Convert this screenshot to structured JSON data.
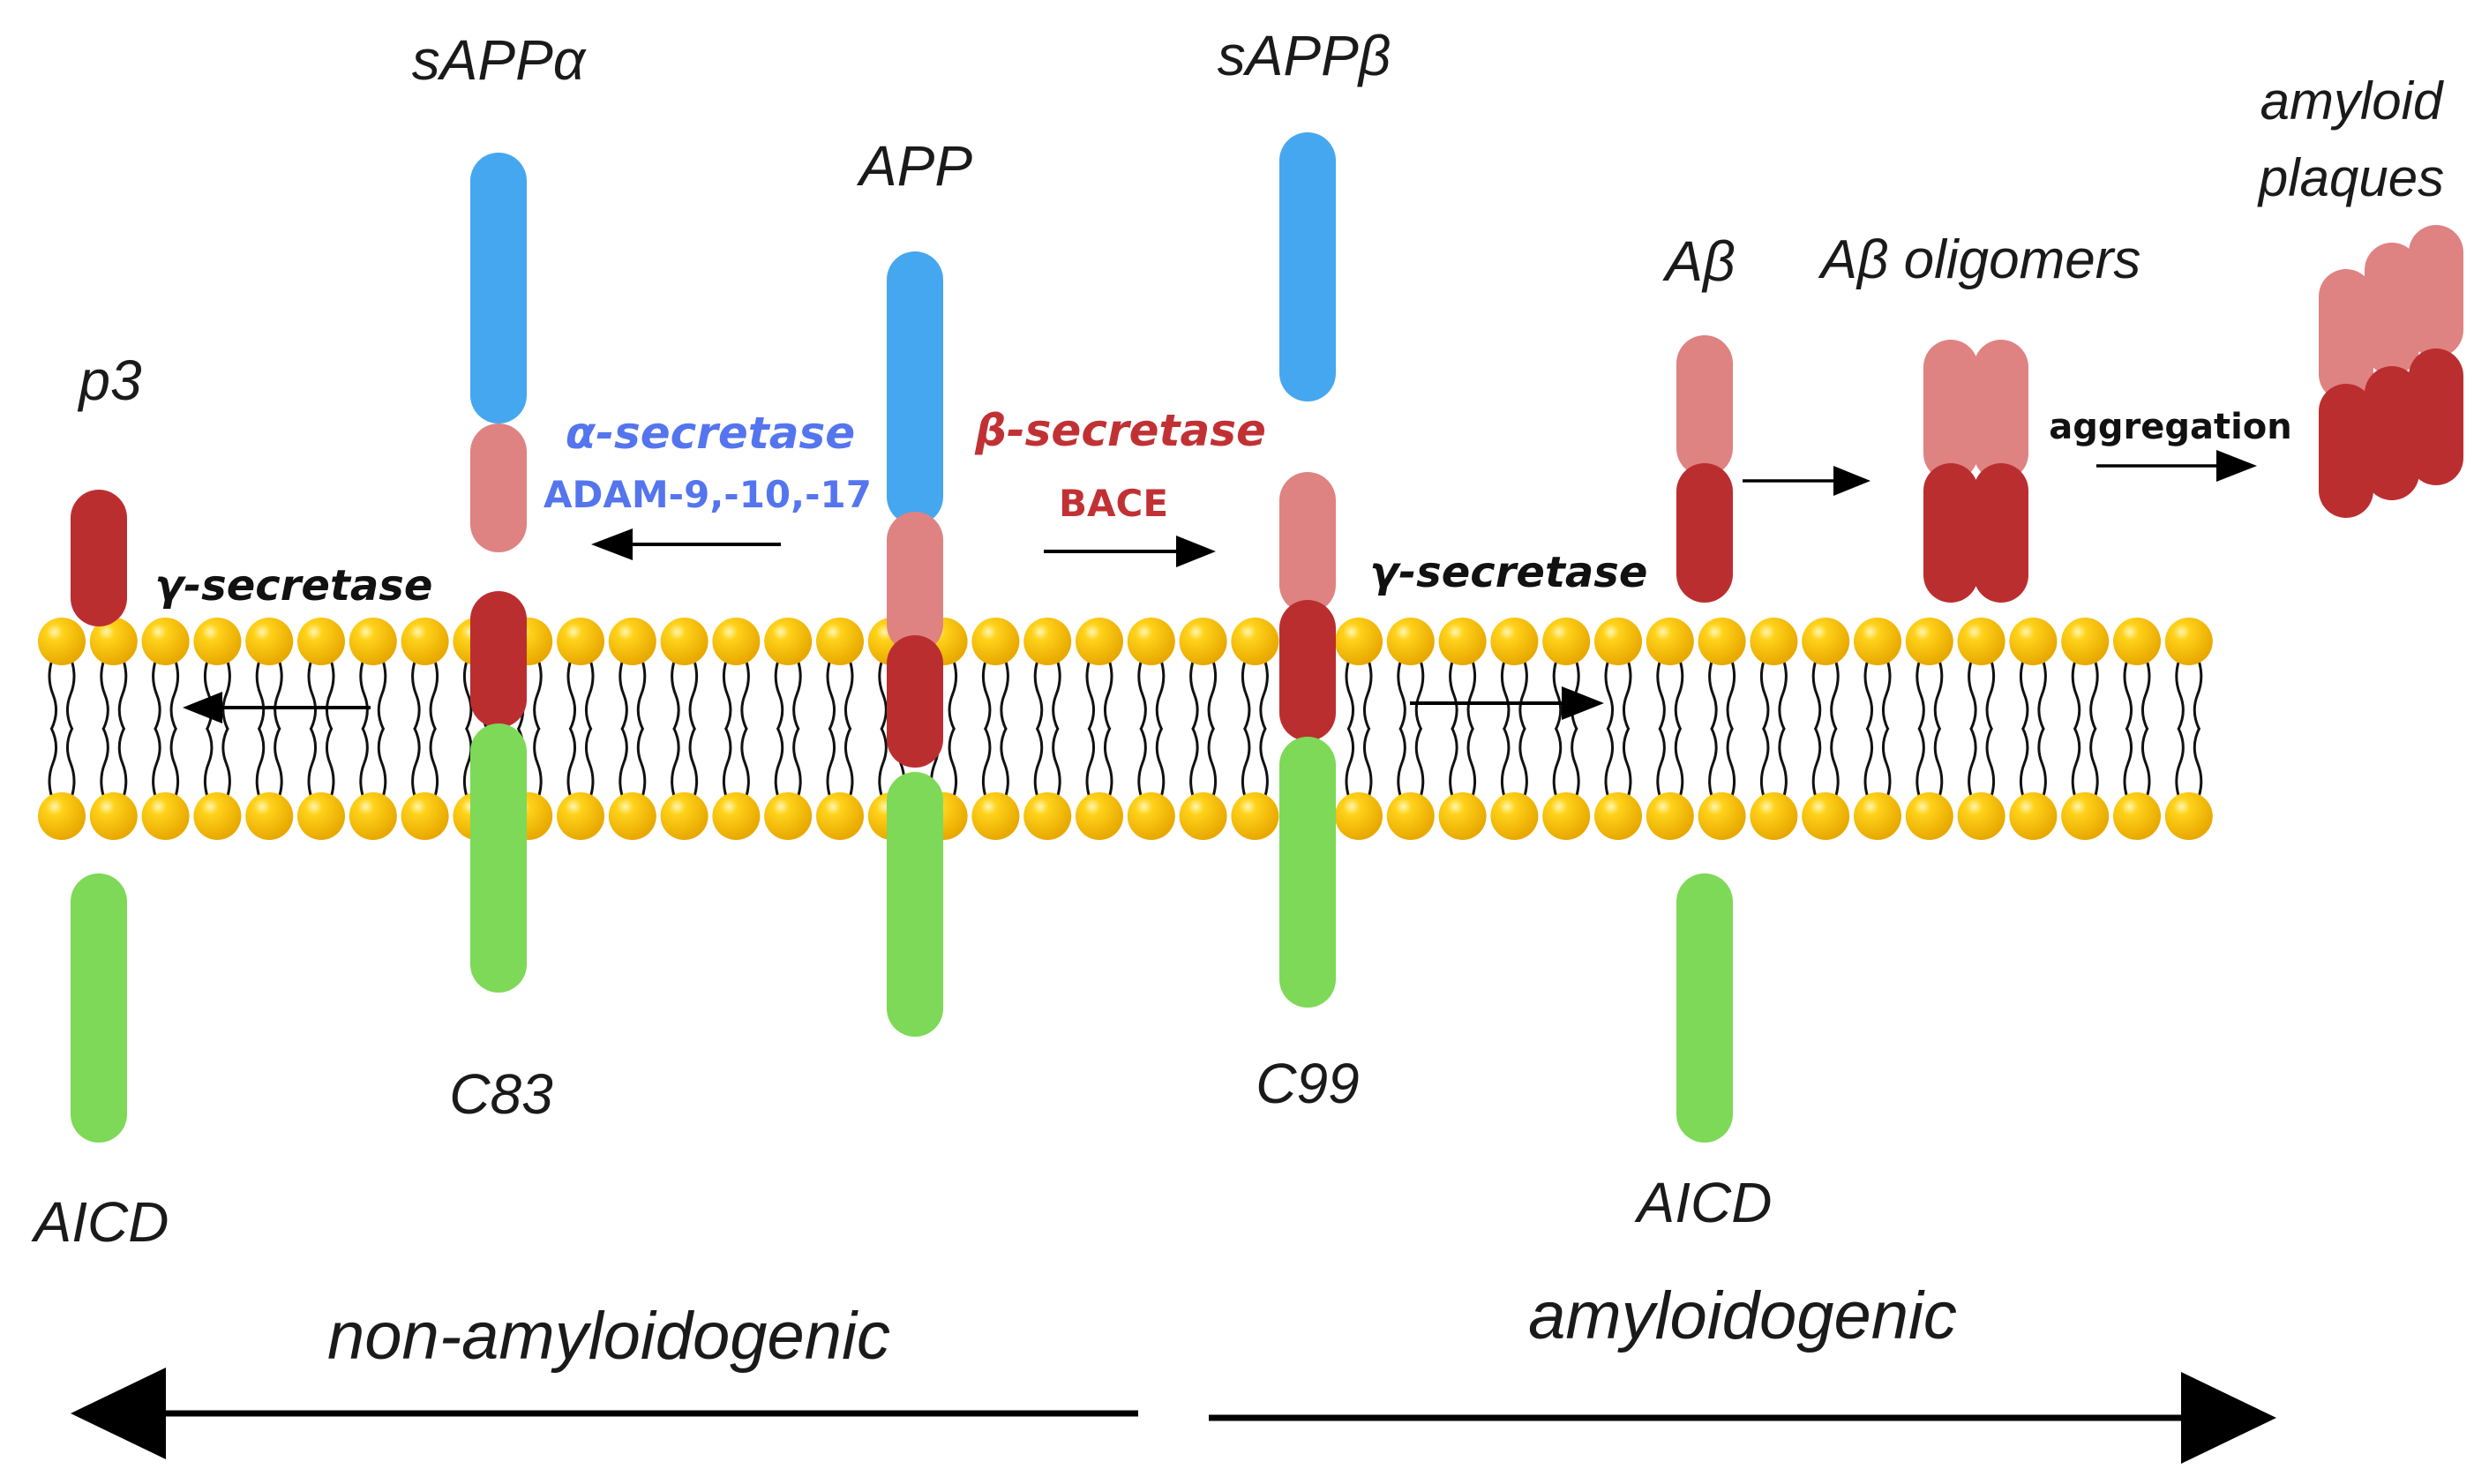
{
  "labels": {
    "app": "APP",
    "sappa": "sAPPα",
    "sappb": "sAPPβ",
    "p3": "p3",
    "c83": "C83",
    "c99": "C99",
    "aicd_left": "AICD",
    "aicd_right": "AICD",
    "abeta": "Aβ",
    "abeta_oligomers": "Aβ oligomers",
    "amyloid": "amyloid",
    "plaques": "plaques"
  },
  "enzymes": {
    "alpha_secretase": "α-secretase",
    "alpha_sub": "ADAM-9,-10,-17",
    "beta_secretase": "β-secretase",
    "beta_sub": "BACE",
    "gamma_left": "γ-secretase",
    "gamma_right": "γ-secretase",
    "aggregation": "aggregation"
  },
  "pathways": {
    "non_amyloidogenic": "non-amyloidogenic",
    "amyloidogenic": "amyloidogenic"
  },
  "colors": {
    "blue_domain": "#45a7ef",
    "pink_domain": "#df8282",
    "red_domain": "#bb2e30",
    "green_domain": "#7dd957",
    "lipid_head": "#f8c000",
    "alpha_text": "#5575ee",
    "beta_text": "#c13134"
  }
}
